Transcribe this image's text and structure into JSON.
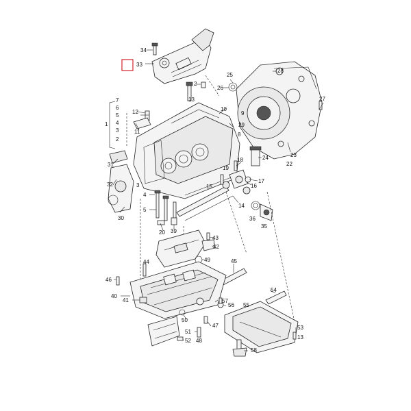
{
  "diagram": {
    "highlight_colour": "#d2232a",
    "callouts": [
      {
        "id": "c34",
        "text": "34"
      },
      {
        "id": "c33",
        "text": "33"
      },
      {
        "id": "c2a",
        "text": "2"
      },
      {
        "id": "c13",
        "text": "13"
      },
      {
        "id": "c25",
        "text": "25"
      },
      {
        "id": "c28",
        "text": "28"
      },
      {
        "id": "c26",
        "text": "26"
      },
      {
        "id": "c27",
        "text": "27"
      },
      {
        "id": "c7",
        "text": "7"
      },
      {
        "id": "c6",
        "text": "6"
      },
      {
        "id": "c5",
        "text": "5"
      },
      {
        "id": "c4",
        "text": "4"
      },
      {
        "id": "c3",
        "text": "3"
      },
      {
        "id": "c2b",
        "text": "2"
      },
      {
        "id": "c1",
        "text": "1"
      },
      {
        "id": "c12",
        "text": "12"
      },
      {
        "id": "c11",
        "text": "11"
      },
      {
        "id": "c10",
        "text": "10"
      },
      {
        "id": "c9",
        "text": "9"
      },
      {
        "id": "c29",
        "text": "29"
      },
      {
        "id": "c8",
        "text": "8"
      },
      {
        "id": "c23",
        "text": "23"
      },
      {
        "id": "c22",
        "text": "22"
      },
      {
        "id": "c24",
        "text": "24"
      },
      {
        "id": "c18",
        "text": "18"
      },
      {
        "id": "c19",
        "text": "19"
      },
      {
        "id": "c17",
        "text": "17"
      },
      {
        "id": "c16",
        "text": "16"
      },
      {
        "id": "c15",
        "text": "15"
      },
      {
        "id": "c31",
        "text": "31"
      },
      {
        "id": "c32",
        "text": "32"
      },
      {
        "id": "c30",
        "text": "30"
      },
      {
        "id": "c3b",
        "text": "3"
      },
      {
        "id": "c4b",
        "text": "4"
      },
      {
        "id": "c5b",
        "text": "5"
      },
      {
        "id": "c14",
        "text": "14"
      },
      {
        "id": "c36",
        "text": "36"
      },
      {
        "id": "c35",
        "text": "35"
      },
      {
        "id": "c20",
        "text": "20"
      },
      {
        "id": "c39",
        "text": "39"
      },
      {
        "id": "c43",
        "text": "43"
      },
      {
        "id": "c42",
        "text": "42"
      },
      {
        "id": "c44",
        "text": "44"
      },
      {
        "id": "c49",
        "text": "49"
      },
      {
        "id": "c45",
        "text": "45"
      },
      {
        "id": "c46",
        "text": "46"
      },
      {
        "id": "c40",
        "text": "40"
      },
      {
        "id": "c41",
        "text": "41"
      },
      {
        "id": "c54",
        "text": "54"
      },
      {
        "id": "c57",
        "text": "57"
      },
      {
        "id": "c56",
        "text": "56"
      },
      {
        "id": "c55",
        "text": "55"
      },
      {
        "id": "c50",
        "text": "50"
      },
      {
        "id": "c47",
        "text": "47"
      },
      {
        "id": "c51",
        "text": "51"
      },
      {
        "id": "c48",
        "text": "48"
      },
      {
        "id": "c52",
        "text": "52"
      },
      {
        "id": "c53",
        "text": "53"
      },
      {
        "id": "c13b",
        "text": "13"
      },
      {
        "id": "c58",
        "text": "58"
      }
    ]
  }
}
